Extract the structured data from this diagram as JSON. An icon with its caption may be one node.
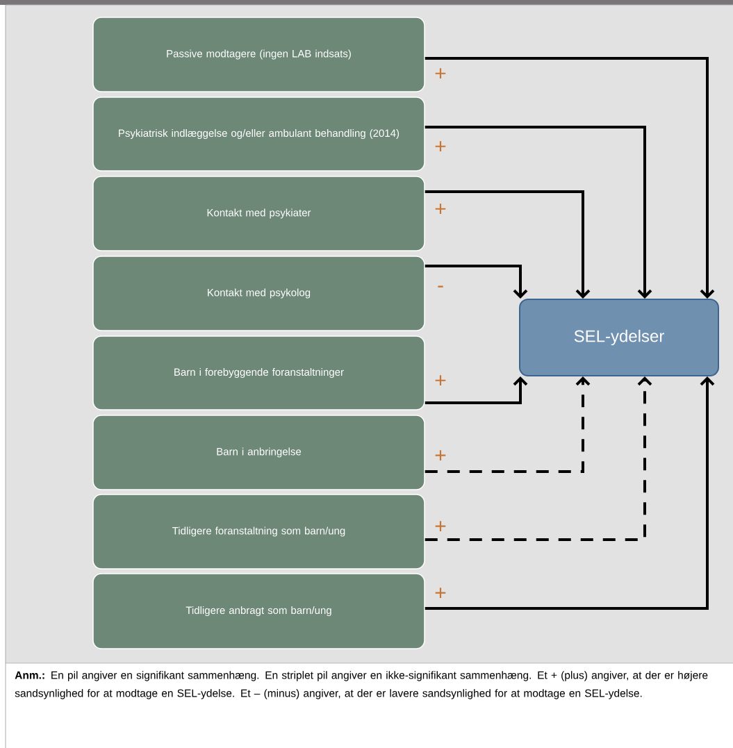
{
  "diagram": {
    "nodes": [
      {
        "text": [
          "Passive modtagere (ingen LAB indsats)"
        ]
      },
      {
        "text": [
          "Psykiatrisk indlæggelse og/eller ambulant behandling (2014)"
        ]
      },
      {
        "text": [
          "Kontakt med psykiater"
        ]
      },
      {
        "text": [
          "Kontakt med psykolog"
        ]
      },
      {
        "text": [
          "Barn i forebyggende foranstaltninger"
        ]
      },
      {
        "text": [
          "Barn i anbringelse"
        ]
      },
      {
        "text": [
          "Tidligere foranstaltning som barn/ung"
        ]
      },
      {
        "text": [
          "Tidligere anbragt som barn/ung"
        ]
      },
      {
        "text": [
          "SEL-ydelser"
        ]
      }
    ],
    "edges": [
      {
        "from": 0,
        "to": 8,
        "arrow": "to",
        "label": "+"
      },
      {
        "from": 1,
        "to": 8,
        "arrow": "to",
        "label": "+"
      },
      {
        "from": 2,
        "to": 8,
        "arrow": "to",
        "label": "+"
      },
      {
        "from": 3,
        "to": 8,
        "arrow": "to",
        "label": "-"
      },
      {
        "from": 4,
        "to": 8,
        "arrow": "to",
        "label": "+"
      },
      {
        "from": 5,
        "to": 8,
        "arrow": "to",
        "label": "+",
        "style": "dashed"
      },
      {
        "from": 6,
        "to": 8,
        "arrow": "to",
        "label": "+",
        "style": "dashed"
      },
      {
        "from": 7,
        "to": 8,
        "arrow": "to",
        "label": "+"
      }
    ],
    "caption": "**Anm.:** En pil angiver en signifikant sammenhæng. En striplet pil angiver en ikke-signifikant sammenhæng. Et + (plus) angiver, at der er højere sandsynlighed for at modtage en SEL-ydelse. Et – (minus) angiver, at der er lavere sandsynlighed for at modtage en SEL-ydelse."
  }
}
